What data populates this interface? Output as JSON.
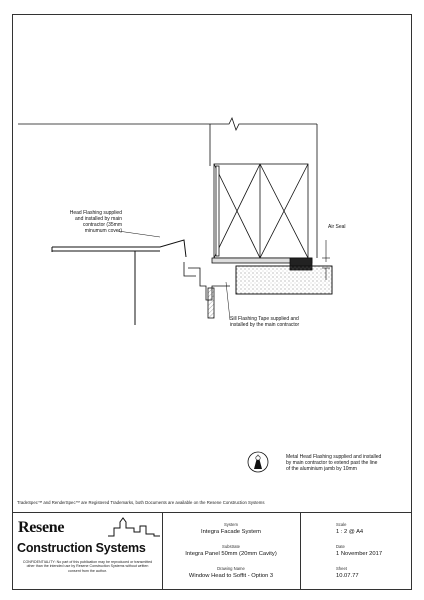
{
  "notes": {
    "head_flashing": [
      "Head Flashing supplied",
      "and installed by main",
      "contractor (35mm",
      "minumum cover)"
    ],
    "air_seal": "Air Seal",
    "sill_tape": [
      "Sill Flashing Tape supplied and",
      "installed by the main contractor"
    ],
    "metal_head": [
      "Metal Head Flashing supplied and installed",
      "by main contractor to extend past the line",
      "of the aluminium jamb by 10mm"
    ]
  },
  "trademark_note": "TradeSpec™ and RenderSpec™ are Registered Trademarks, both Documents are available on the Resene Construction Systems",
  "title_block": {
    "logo_word": "Resene",
    "logo_sub": "Construction Systems",
    "confidential": "CONFIDENTIALITY: No part of this publication may be reproduced or transmitted other than the intended use by Resene Construction Systems without written consent from the author.",
    "system_label": "System",
    "system_value": "Integra Facade System",
    "substrate_label": "Substrate",
    "substrate_value": "Integra Panel 50mm (20mm Cavity)",
    "drawing_label": "Drawing Name",
    "drawing_value": "Window Head to Soffit - Option 3",
    "scale_label": "Scale",
    "scale_value": "1 : 2 @ A4",
    "date_label": "Date",
    "date_value": "1 November 2017",
    "sheet_label": "Sheet",
    "sheet_value": "10.07.77"
  }
}
